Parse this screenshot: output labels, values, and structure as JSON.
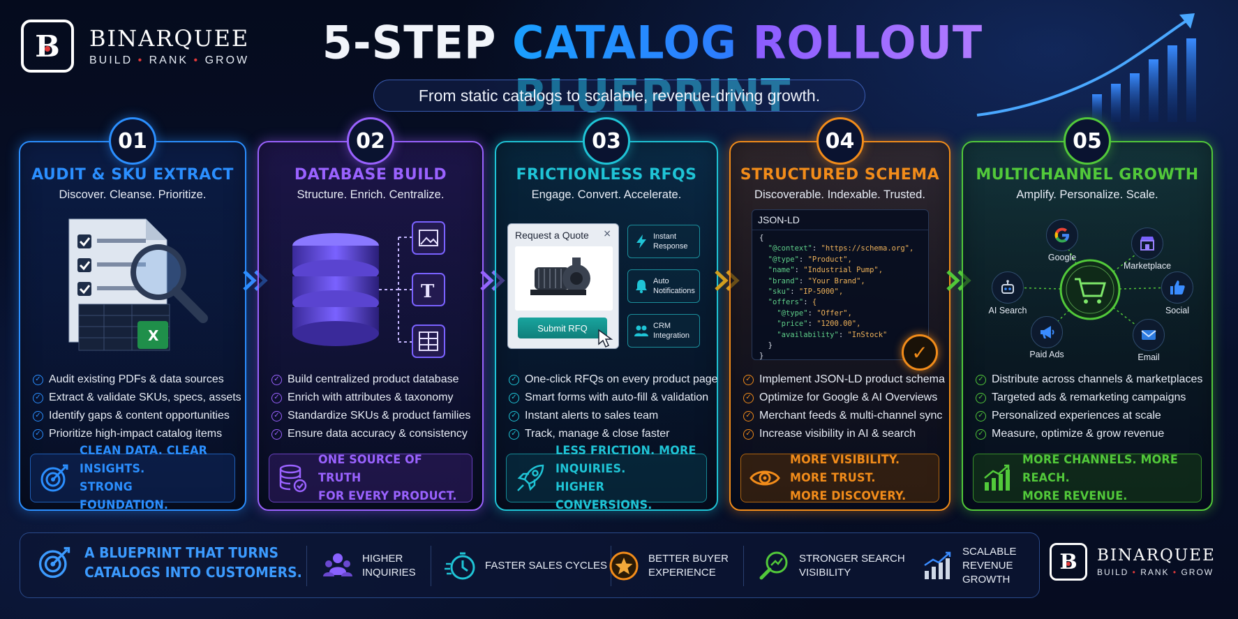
{
  "brand": {
    "logo_letter": "B",
    "name": "BINARQUEE",
    "tagline": [
      "BUILD",
      "RANK",
      "GROW"
    ],
    "accent_red": "#e23a3a"
  },
  "header": {
    "title_parts": [
      "5-STEP",
      "CATALOG",
      "ROLLOUT",
      "BLUEPRINT"
    ],
    "subtitle": "From static catalogs to scalable, revenue-driving growth."
  },
  "steps": [
    {
      "number": "01",
      "title": "AUDIT & SKU EXTRACT",
      "subtitle": "Discover. Cleanse. Prioritize.",
      "color": "#2b8fff",
      "items": [
        "Audit existing PDFs & data sources",
        "Extract & validate SKUs, specs, assets",
        "Identify gaps & content opportunities",
        "Prioritize high-impact catalog items"
      ],
      "tagline": [
        "CLEAN DATA. CLEAR INSIGHTS.",
        "STRONG FOUNDATION."
      ]
    },
    {
      "number": "02",
      "title": "DATABASE BUILD",
      "subtitle": "Structure. Enrich. Centralize.",
      "color": "#9a62ff",
      "items": [
        "Build centralized product database",
        "Enrich with attributes & taxonomy",
        "Standardize SKUs & product families",
        "Ensure data accuracy & consistency"
      ],
      "tagline": [
        "ONE SOURCE OF TRUTH",
        "FOR EVERY PRODUCT."
      ]
    },
    {
      "number": "03",
      "title": "FRICTIONLESS RFQS",
      "subtitle": "Engage. Convert. Accelerate.",
      "color": "#1fc4d6",
      "items": [
        "One-click RFQs on every product page",
        "Smart forms with auto-fill & validation",
        "Instant alerts to sales team",
        "Track, manage & close faster"
      ],
      "tagline": [
        "LESS FRICTION. MORE INQUIRIES.",
        "HIGHER CONVERSIONS."
      ],
      "mock": {
        "panel_title": "Request a Quote",
        "close_glyph": "×",
        "button": "Submit RFQ",
        "features": [
          [
            "Instant",
            "Response"
          ],
          [
            "Auto",
            "Notifications"
          ],
          [
            "CRM",
            "Integration"
          ]
        ]
      }
    },
    {
      "number": "04",
      "title": "STRUCTURED SCHEMA",
      "subtitle": "Discoverable. Indexable. Trusted.",
      "color": "#f28c1a",
      "items": [
        "Implement JSON-LD product schema",
        "Optimize for Google & AI Overviews",
        "Merchant feeds & multi-channel sync",
        "Increase visibility in AI & search"
      ],
      "tagline": [
        "MORE VISIBILITY. MORE TRUST.",
        "MORE DISCOVERY."
      ],
      "code": {
        "label": "JSON-LD",
        "lines": [
          [
            "{",
            "",
            "",
            ""
          ],
          [
            "  ",
            "\"@context\"",
            ": ",
            "\"https://schema.org\","
          ],
          [
            "  ",
            "\"@type\"",
            ": ",
            "\"Product\","
          ],
          [
            "  ",
            "\"name\"",
            ": ",
            "\"Industrial Pump\","
          ],
          [
            "  ",
            "\"brand\"",
            ": ",
            "\"Your Brand\","
          ],
          [
            "  ",
            "\"sku\"",
            ": ",
            "\"IP-5000\","
          ],
          [
            "  ",
            "\"offers\"",
            ": ",
            "{"
          ],
          [
            "    ",
            "\"@type\"",
            ": ",
            "\"Offer\","
          ],
          [
            "    ",
            "\"price\"",
            ": ",
            "\"1200.00\","
          ],
          [
            "    ",
            "\"availability\"",
            ": ",
            "\"InStock\""
          ],
          [
            "  }",
            "",
            "",
            ""
          ],
          [
            "}",
            "",
            "",
            ""
          ]
        ]
      }
    },
    {
      "number": "05",
      "title": "MULTICHANNEL GROWTH",
      "subtitle": "Amplify. Personalize. Scale.",
      "color": "#52c93a",
      "items": [
        "Distribute across channels & marketplaces",
        "Targeted ads & remarketing campaigns",
        "Personalized experiences at scale",
        "Measure, optimize & grow revenue"
      ],
      "tagline": [
        "MORE CHANNELS. MORE REACH.",
        "MORE REVENUE."
      ],
      "channels": [
        "Google",
        "Marketplace",
        "Social",
        "Email",
        "Paid Ads",
        "AI Search"
      ]
    }
  ],
  "footer": {
    "main": [
      "A BLUEPRINT THAT TURNS",
      "CATALOGS INTO CUSTOMERS."
    ],
    "benefits": [
      [
        "HIGHER",
        "INQUIRIES"
      ],
      [
        "FASTER SALES CYCLES"
      ],
      [
        "BETTER BUYER",
        "EXPERIENCE"
      ],
      [
        "STRONGER SEARCH",
        "VISIBILITY"
      ],
      [
        "SCALABLE",
        "REVENUE GROWTH"
      ]
    ]
  }
}
